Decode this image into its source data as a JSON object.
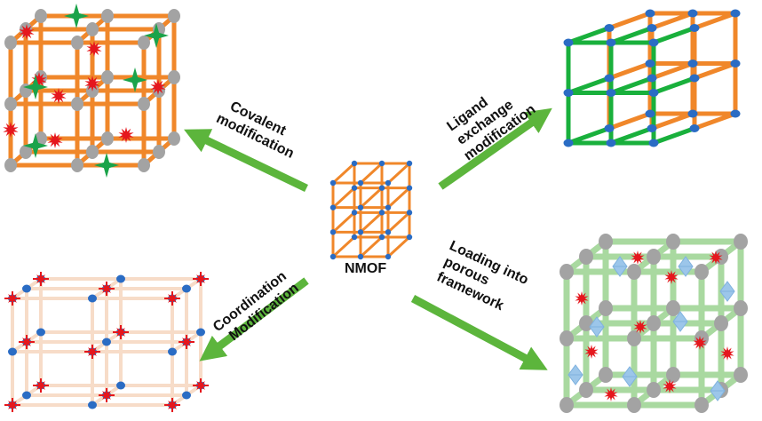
{
  "center": {
    "label": "NMOF"
  },
  "branches": {
    "covalent": {
      "lines": [
        "Covalent",
        "modification"
      ]
    },
    "ligand": {
      "lines": [
        "Ligand",
        "exchange",
        "modification"
      ]
    },
    "coordination": {
      "lines": [
        "Coordination",
        "Modification"
      ]
    },
    "loading": {
      "lines": [
        "Loading into",
        "porous",
        "framework"
      ]
    }
  },
  "colors": {
    "orange": "#f0872a",
    "green_strut": "#19b03c",
    "arrow": "#5cb53c",
    "node_blue": "#2a6cc4",
    "node_gray": "#a3a3a3",
    "star_red": "#e5171d",
    "star_green": "#1aa34a",
    "pale_green": "#a9d9a0",
    "pale_peach": "#f7dcc8",
    "diamond_blue": "#9cc6ea"
  }
}
